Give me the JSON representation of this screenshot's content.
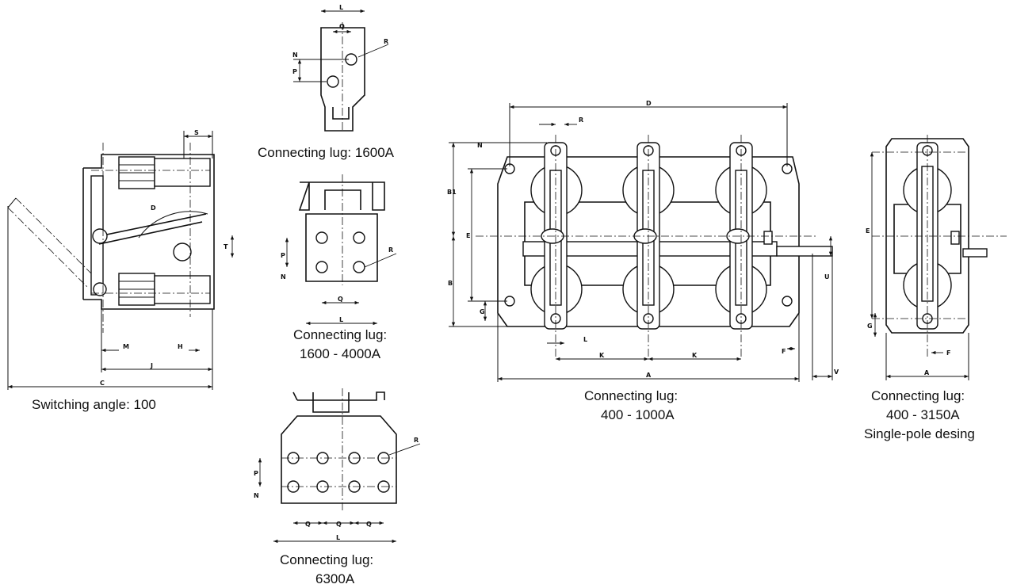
{
  "captions": {
    "switching_angle": "Switching angle: 100",
    "lug_1600": "Connecting lug: 1600A",
    "lug_1600_4000_l1": "Connecting lug:",
    "lug_1600_4000_l2": "1600 - 4000A",
    "lug_6300_l1": "Connecting lug:",
    "lug_6300_l2": "6300A",
    "lug_400_1000_l1": "Connecting lug:",
    "lug_400_1000_l2": "400 - 1000A",
    "lug_400_3150_l1": "Connecting lug:",
    "lug_400_3150_l2": "400 - 3150A",
    "single_pole": "Single-pole desing"
  },
  "dims": {
    "A": "A",
    "B": "B",
    "B1": "B1",
    "C": "C",
    "D": "D",
    "E": "E",
    "F": "F",
    "G": "G",
    "H": "H",
    "J": "J",
    "K": "K",
    "L": "L",
    "M": "M",
    "N": "N",
    "P": "P",
    "Q": "Q",
    "R": "R",
    "S": "S",
    "T": "T",
    "U": "U",
    "V": "V"
  }
}
